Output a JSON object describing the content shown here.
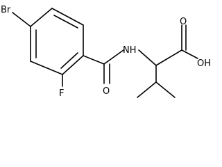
{
  "atoms": {
    "br": "Br",
    "f": "F",
    "nh": "NH",
    "o_amide": "O",
    "o_acid": "O",
    "oh": "OH"
  },
  "colors": {
    "bond": "#000000",
    "background": "#ffffff"
  }
}
